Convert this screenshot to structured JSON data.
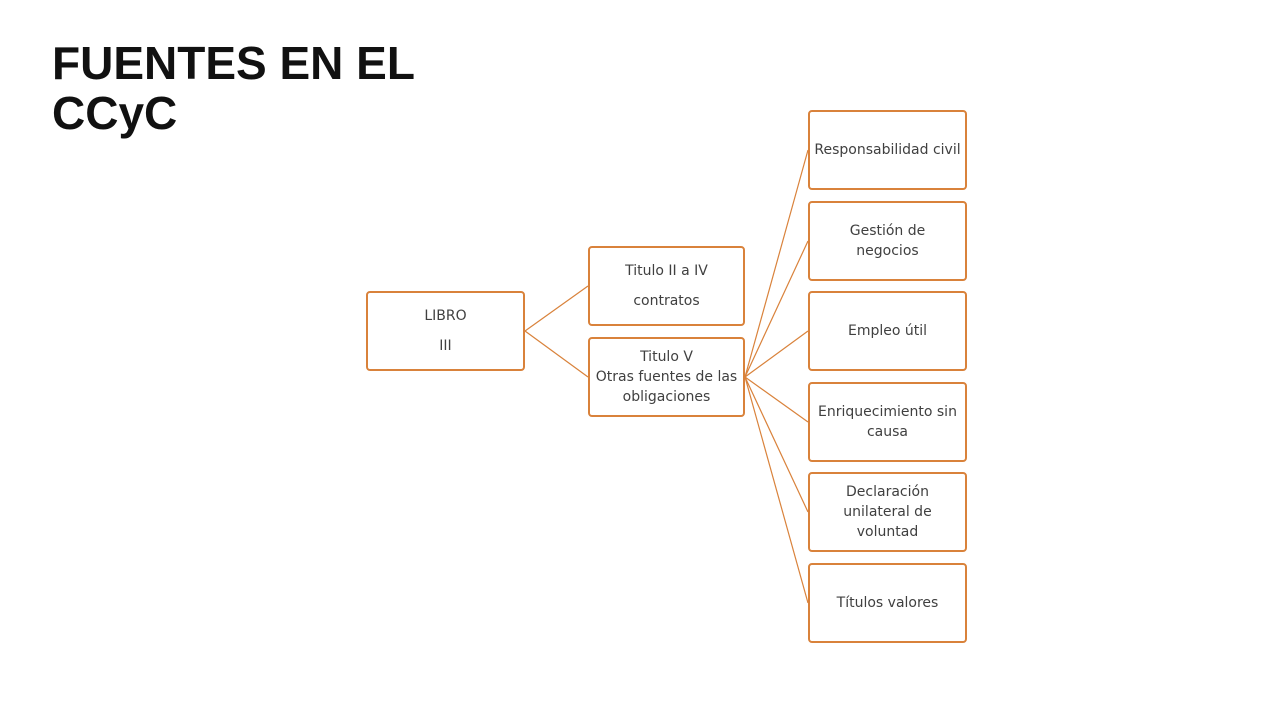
{
  "title": {
    "line1": "FUENTES EN EL",
    "line2": "CCyC"
  },
  "colors": {
    "accent": "#d9823b",
    "text": "#404040",
    "title": "#111111"
  },
  "diagram": {
    "root": {
      "line1": "LIBRO",
      "line2": "III"
    },
    "level2": [
      {
        "line1": "Titulo II a IV",
        "line2": "contratos"
      },
      {
        "line1": "Titulo V",
        "line2": "Otras fuentes de las obligaciones"
      }
    ],
    "level3": [
      {
        "label": "Responsabilidad civil"
      },
      {
        "label": "Gestión de negocios"
      },
      {
        "label": "Empleo útil"
      },
      {
        "label": "Enriquecimiento sin causa"
      },
      {
        "label": "Declaración unilateral de voluntad"
      },
      {
        "label": "Títulos valores"
      }
    ]
  }
}
